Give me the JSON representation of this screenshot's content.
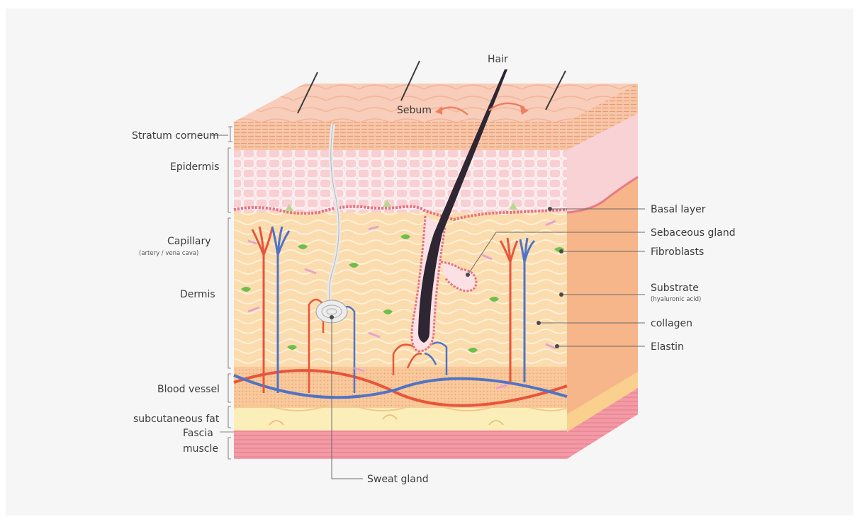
{
  "diagram": {
    "top_labels": {
      "hair": "Hair",
      "sebum": "Sebum"
    },
    "left_labels": {
      "stratum_corneum": "Stratum corneum",
      "epidermis": "Epidermis",
      "capillary": "Capillary",
      "capillary_note": "(artery / vena cava)",
      "dermis": "Dermis",
      "blood_vessel": "Blood vessel",
      "subcutaneous_fat": "subcutaneous fat",
      "fascia": "Fascia",
      "muscle": "muscle"
    },
    "right_labels": {
      "basal_layer": "Basal layer",
      "sebaceous_gland": "Sebaceous gland",
      "fibroblasts": "Fibroblasts",
      "substrate": "Substrate",
      "substrate_note": "(hyaluronic acid)",
      "collagen": "collagen",
      "elastin": "Elastin"
    },
    "bottom_labels": {
      "sweat_gland": "Sweat gland"
    },
    "colors": {
      "surface": "#f7c9b4",
      "stratum": "#f3b39a",
      "epidermis": "#f9d6d8",
      "dermis": "#fbdcae",
      "fat": "#fbeeb8",
      "muscle": "#ef8d9a",
      "side": "#f6b68a",
      "artery": "#e8553a",
      "vein": "#4f74c7",
      "fibroblast": "#6dbf4b",
      "elastin": "#e7a2cf",
      "hair": "#2e2633"
    }
  }
}
